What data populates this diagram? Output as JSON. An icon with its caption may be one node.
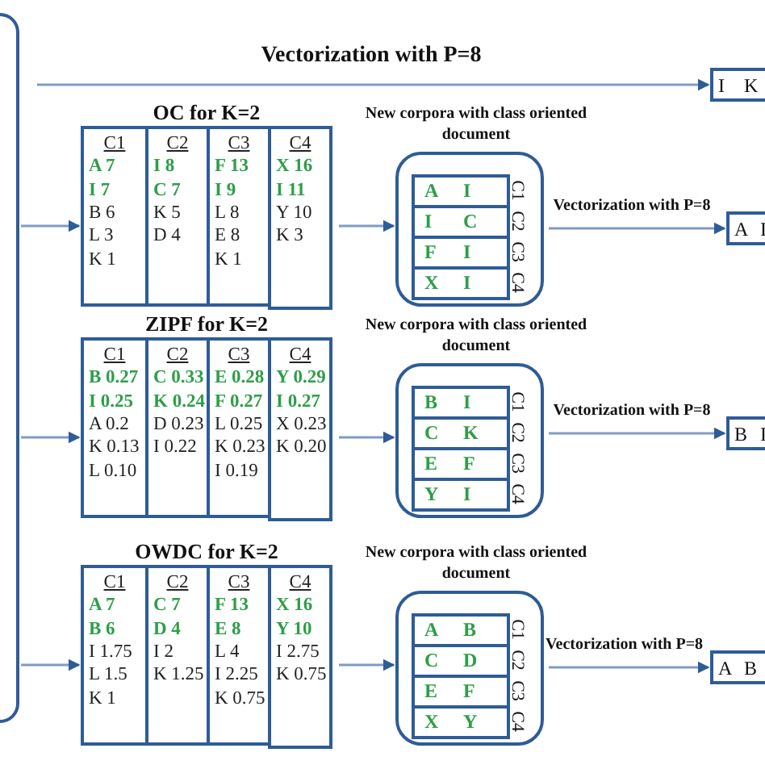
{
  "diagram": {
    "nodes": [
      {
        "text": [],
        "shape": "box"
      },
      {
        "text": [
          "I",
          "K"
        ]
      },
      {
        "text": [
          "OC for K=2"
        ]
      },
      {
        "text": [
          "C1",
          "A 7",
          "I 7",
          "B 6",
          "L 3",
          "K 1"
        ],
        "in": 2
      },
      {
        "text": [
          "C2",
          "I 8",
          "C 7",
          "K 5",
          "D 4"
        ],
        "in": 2
      },
      {
        "text": [
          "C3",
          "F 13",
          "I 9",
          "L 8",
          "E 8",
          "K 1"
        ],
        "in": 2
      },
      {
        "text": [
          "C4",
          "X 16",
          "I 11",
          "Y 10",
          "K 3"
        ],
        "in": 2
      },
      {
        "text": [
          "New corpora with class oriented document"
        ]
      },
      {
        "text": [
          "A",
          "I"
        ],
        "in": 7,
        "beside": [
          "C1"
        ]
      },
      {
        "text": [
          "I",
          "C"
        ],
        "in": 7,
        "beside": [
          "C2"
        ]
      },
      {
        "text": [
          "F",
          "I"
        ],
        "in": 7,
        "beside": [
          "C3"
        ]
      },
      {
        "text": [
          "X",
          "I"
        ],
        "in": 7,
        "beside": [
          "C4"
        ]
      },
      {
        "text": [
          "A",
          "I"
        ]
      },
      {
        "text": [
          "ZIPF for K=2"
        ]
      },
      {
        "text": [
          "C1",
          "B 0.27",
          "I 0.25",
          "A 0.2",
          "K 0.13",
          "L 0.10"
        ],
        "in": 13
      },
      {
        "text": [
          "C2",
          "C 0.33",
          "K 0.24",
          "D 0.23",
          "I 0.22"
        ],
        "in": 13
      },
      {
        "text": [
          "C3",
          "E 0.28",
          "F 0.27",
          "L 0.25",
          "K 0.23",
          "I 0.19"
        ],
        "in": 13
      },
      {
        "text": [
          "C4",
          "Y 0.29",
          "I 0.27",
          "X 0.23",
          "K 0.20"
        ],
        "in": 13
      },
      {
        "text": [
          "New corpora with class oriented document"
        ]
      },
      {
        "text": [
          "B",
          "I"
        ],
        "in": 18,
        "beside": [
          "C1"
        ]
      },
      {
        "text": [
          "C",
          "K"
        ],
        "in": 18,
        "beside": [
          "C2"
        ]
      },
      {
        "text": [
          "E",
          "F"
        ],
        "in": 18,
        "beside": [
          "C3"
        ]
      },
      {
        "text": [
          "Y",
          "I"
        ],
        "in": 18,
        "beside": [
          "C4"
        ]
      },
      {
        "text": [
          "B",
          "I"
        ]
      },
      {
        "text": [
          "OWDC for K=2"
        ]
      },
      {
        "text": [
          "C1",
          "A 7",
          "B 6",
          "I 1.75",
          "L 1.5",
          "K 1"
        ],
        "in": 24
      },
      {
        "text": [
          "C2",
          "C 7",
          "D 4",
          "I 2",
          "K 1.25"
        ],
        "in": 24
      },
      {
        "text": [
          "C3",
          "F 13",
          "E 8",
          "L 4",
          "I 2.25",
          "K 0.75"
        ],
        "in": 24
      },
      {
        "text": [
          "C4",
          "X 16",
          "Y 10",
          "I 2.75",
          "K 0.75"
        ],
        "in": 24
      },
      {
        "text": [
          "New corpora with class oriented document"
        ]
      },
      {
        "text": [
          "A",
          "B"
        ],
        "in": 29,
        "beside": [
          "C1"
        ]
      },
      {
        "text": [
          "C",
          "D"
        ],
        "in": 29,
        "beside": [
          "C2"
        ]
      },
      {
        "text": [
          "E",
          "F"
        ],
        "in": 29,
        "beside": [
          "C3"
        ]
      },
      {
        "text": [
          "X",
          "Y"
        ],
        "in": 29,
        "beside": [
          "C4"
        ]
      },
      {
        "text": [
          "A",
          "B"
        ]
      }
    ],
    "edges": [
      {
        "from": 0,
        "to": 1,
        "arrow": "to",
        "label": "Vectorization with P=8"
      },
      {
        "from": 0,
        "to": 2,
        "arrow": "to"
      },
      {
        "from": 2,
        "to": 7,
        "arrow": "to"
      },
      {
        "from": 7,
        "to": 12,
        "arrow": "to",
        "label": "Vectorization with P=8"
      },
      {
        "from": 0,
        "to": 13,
        "arrow": "to"
      },
      {
        "from": 13,
        "to": 18,
        "arrow": "to"
      },
      {
        "from": 18,
        "to": 23,
        "arrow": "to",
        "label": "Vectorization with P=8"
      },
      {
        "from": 0,
        "to": 24,
        "arrow": "to"
      },
      {
        "from": 24,
        "to": 29,
        "arrow": "to"
      },
      {
        "from": 29,
        "to": 34,
        "arrow": "to",
        "label": "Vectorization with P=8"
      }
    ]
  }
}
